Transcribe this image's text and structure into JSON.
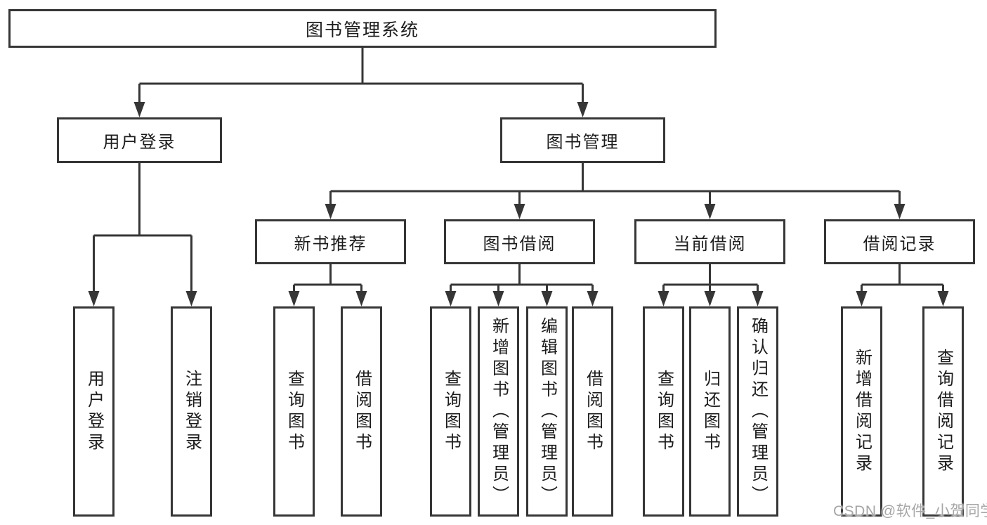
{
  "diagram": {
    "root": {
      "label": "图书管理系统"
    },
    "level2": [
      {
        "label": "用户登录"
      },
      {
        "label": "图书管理"
      }
    ],
    "level3": [
      {
        "label": "新书推荐"
      },
      {
        "label": "图书借阅"
      },
      {
        "label": "当前借阅"
      },
      {
        "label": "借阅记录"
      }
    ],
    "leaves": [
      {
        "label": "用户登录"
      },
      {
        "label": "注销登录"
      },
      {
        "label": "查询图书"
      },
      {
        "label": "借阅图书"
      },
      {
        "label": "查询图书"
      },
      {
        "label": "新增图书（管理员）"
      },
      {
        "label": "编辑图书（管理员）"
      },
      {
        "label": "借阅图书"
      },
      {
        "label": "查询图书"
      },
      {
        "label": "归还图书"
      },
      {
        "label": "确认归还（管理员）"
      },
      {
        "label": "新增借阅记录"
      },
      {
        "label": "查询借阅记录"
      }
    ],
    "watermark": "CSDN @软件_小贺同学",
    "colors": {
      "line": "#363636",
      "box_border": "#363636",
      "text": "#1c1c1c",
      "watermark": "#a6a6a6",
      "background": "#ffffff"
    }
  }
}
